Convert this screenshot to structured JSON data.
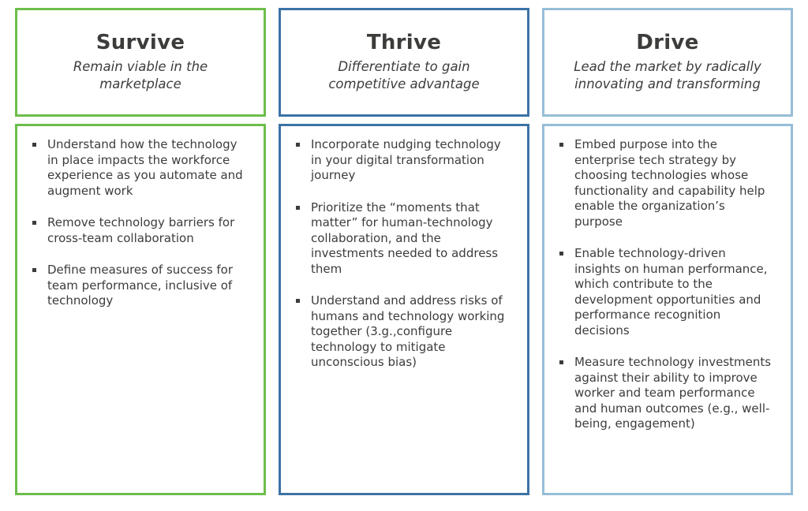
{
  "board": {
    "background": "#FFFFFF",
    "text_color": "#3C3C3B",
    "columns": [
      {
        "key": "survive",
        "accent": "#6CBE4B",
        "title": "Survive",
        "subtitle": "Remain viable in the marketplace",
        "bullets": [
          "Understand how the technology in place impacts the workforce experience as you automate and augment work",
          "Remove technology barriers for cross-team collaboration",
          "Define measures of success for team performance, inclusive of technology"
        ]
      },
      {
        "key": "thrive",
        "accent": "#3C73A5",
        "title": "Thrive",
        "subtitle": "Differentiate to gain competitive advantage",
        "bullets": [
          "Incorporate nudging technology in your digital transformation journey",
          "Prioritize the “moments that matter” for human-technology collaboration, and the investments needed to address them",
          "Understand and address risks of humans and technology working together (3.g.,configure technology to mitigate unconscious bias)"
        ]
      },
      {
        "key": "drive",
        "accent": "#96BED7",
        "title": "Drive",
        "subtitle": "Lead the market by radically innovating and transforming",
        "bullets": [
          "Embed purpose into the enterprise tech strategy by choosing technologies whose functionality and capability help enable the organization’s purpose",
          "Enable technology-driven insights on human performance, which contribute to the development opportunities and performance recognition decisions",
          "Measure technology investments against their ability to improve worker and team performance and human outcomes (e.g., well-being, engagement)"
        ]
      }
    ]
  }
}
